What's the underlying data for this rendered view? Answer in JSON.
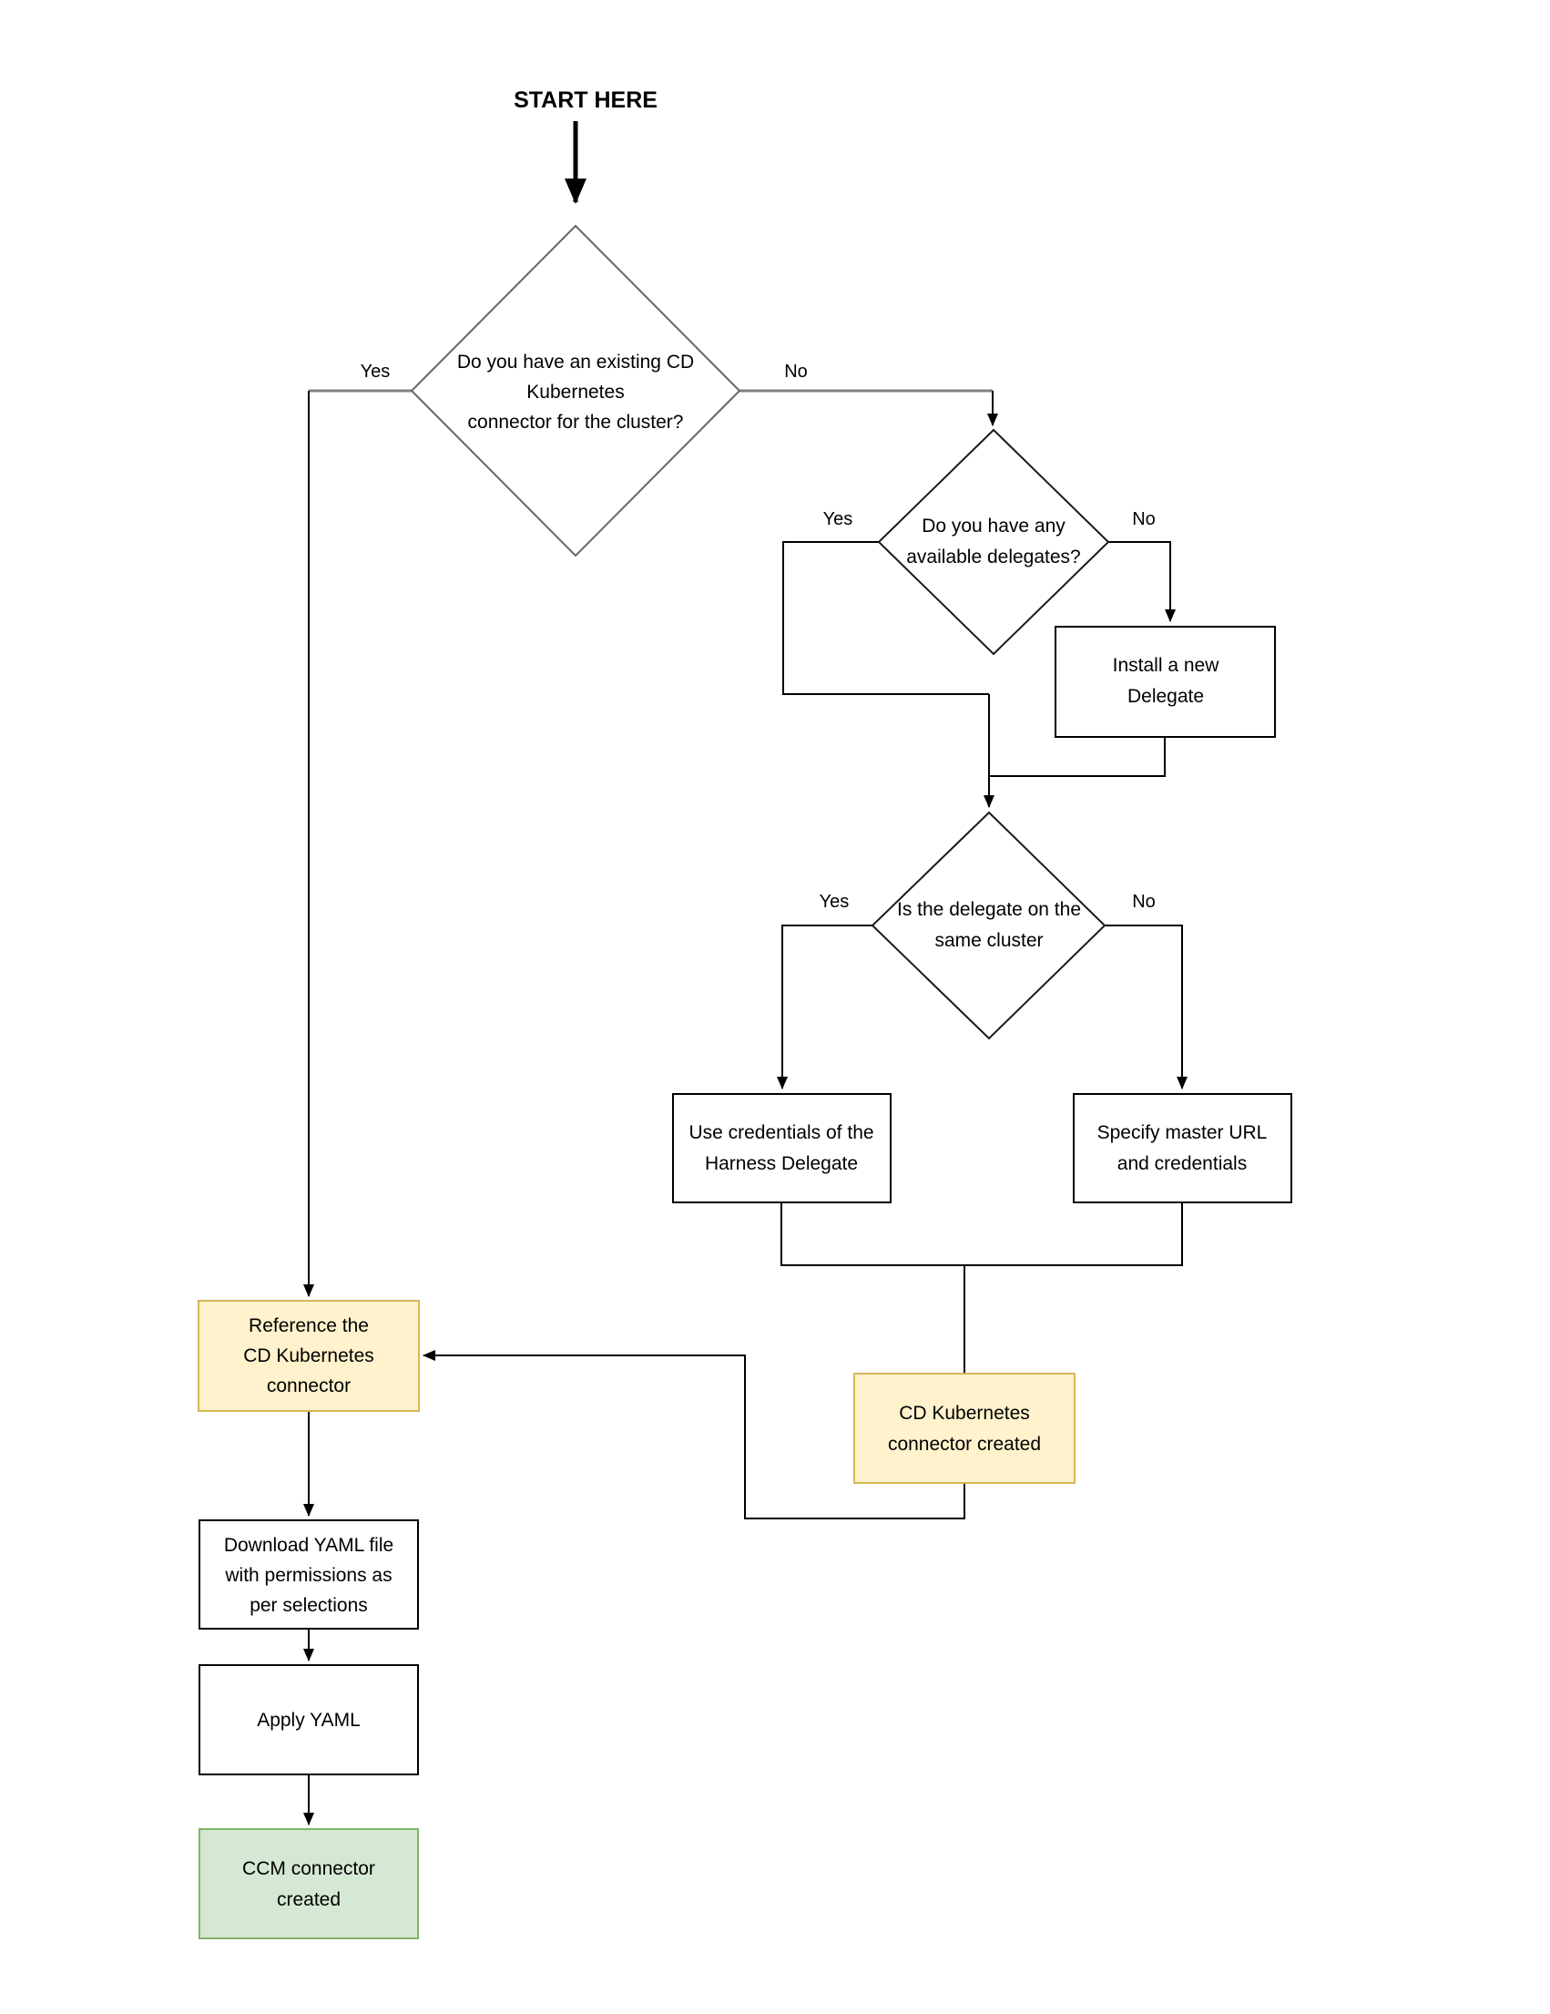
{
  "title": "START HERE",
  "colors": {
    "canvas": "#ffffff",
    "node_fill": "#ffffff",
    "node_border": "#000000",
    "diamond1_border": "#666666",
    "diamond_border": "#1a1a1a",
    "stub_gray": "#808080",
    "edge": "#000000",
    "yellow_fill": "#fff2cc",
    "yellow_border": "#d6b656",
    "green_fill": "#d5e8d4",
    "green_border": "#82b366"
  },
  "nodes": {
    "d1": {
      "type": "decision",
      "line1": "Do you have an existing CD",
      "line2": "Kubernetes",
      "line3": "connector for the cluster?"
    },
    "d2": {
      "type": "decision",
      "line1": "Do you have any",
      "line2": "available delegates?"
    },
    "d3": {
      "type": "decision",
      "line1": "Is the delegate on the",
      "line2": "same cluster"
    },
    "install": {
      "type": "process",
      "line1": "Install a new",
      "line2": "Delegate"
    },
    "use_credentials": {
      "type": "process",
      "line1": "Use credentials of the",
      "line2": "Harness Delegate"
    },
    "specify": {
      "type": "process",
      "line1": "Specify master URL",
      "line2": "and credentials"
    },
    "reference": {
      "type": "highlight",
      "line1": "Reference the",
      "line2": "CD Kubernetes",
      "line3": "connector"
    },
    "cd_created": {
      "type": "highlight",
      "line1": "CD Kubernetes",
      "line2": "connector created"
    },
    "download": {
      "type": "process",
      "line1": "Download YAML file",
      "line2": "with permissions as",
      "line3": "per selections"
    },
    "apply": {
      "type": "process",
      "line1": "Apply YAML"
    },
    "ccm_created": {
      "type": "terminal",
      "line1": "CCM connector",
      "line2": "created"
    }
  },
  "labels": {
    "d1_yes": "Yes",
    "d1_no": "No",
    "d2_yes": "Yes",
    "d2_no": "No",
    "d3_yes": "Yes",
    "d3_no": "No"
  }
}
